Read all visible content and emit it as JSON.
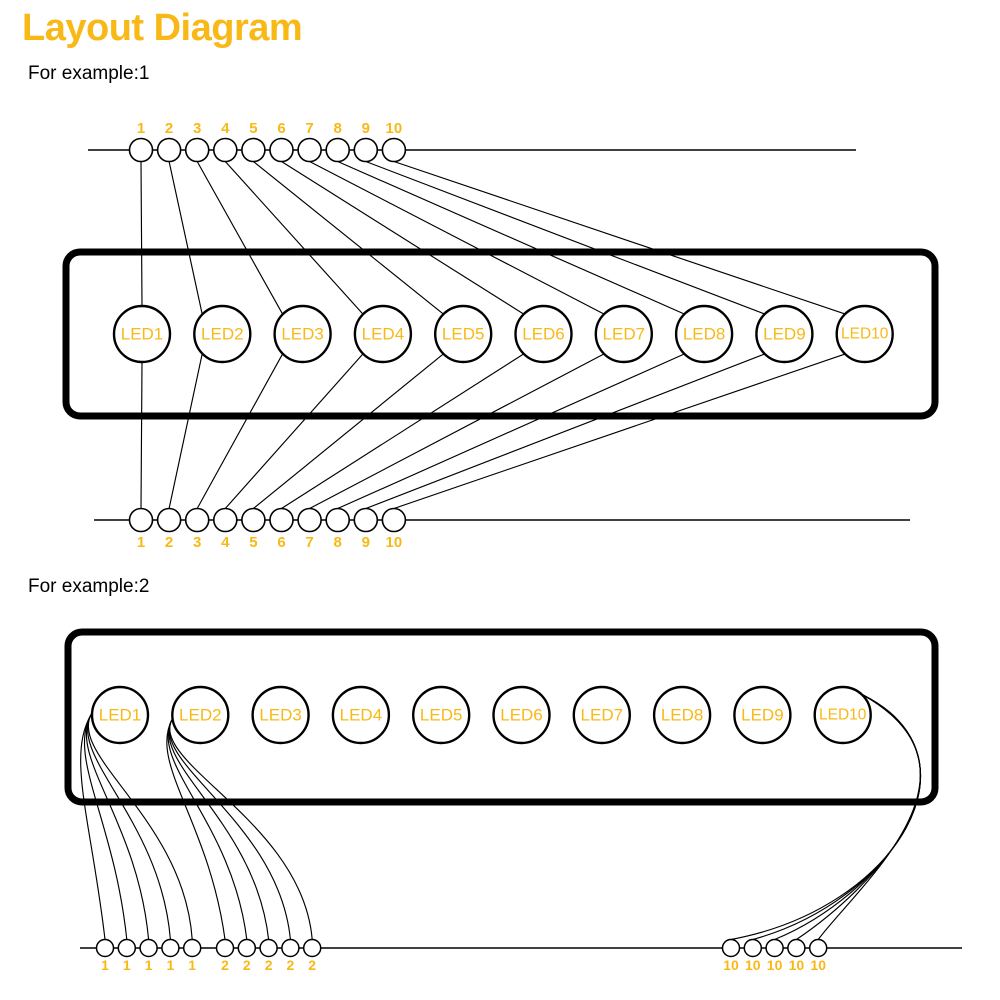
{
  "title": "Layout Diagram",
  "theme": {
    "accent": "#f8b917",
    "line": "#000000",
    "background": "#ffffff"
  },
  "sections": [
    {
      "id": "example-1",
      "label": "For example:1",
      "top_rail": {
        "label_position": "above",
        "nodes": [
          "1",
          "2",
          "3",
          "4",
          "5",
          "6",
          "7",
          "8",
          "9",
          "10"
        ]
      },
      "board": {
        "leds": [
          "LED1",
          "LED2",
          "LED3",
          "LED4",
          "LED5",
          "LED6",
          "LED7",
          "LED8",
          "LED9",
          "LED10"
        ]
      },
      "bottom_rail": {
        "label_position": "below",
        "nodes": [
          "1",
          "2",
          "3",
          "4",
          "5",
          "6",
          "7",
          "8",
          "9",
          "10"
        ]
      }
    },
    {
      "id": "example-2",
      "label": "For example:2",
      "board": {
        "leds": [
          "LED1",
          "LED2",
          "LED3",
          "LED4",
          "LED5",
          "LED6",
          "LED7",
          "LED8",
          "LED9",
          "LED10"
        ]
      },
      "bottom_rail": {
        "label_position": "below",
        "groups": [
          {
            "source_led": "LED1",
            "nodes": [
              "1",
              "1",
              "1",
              "1",
              "1"
            ]
          },
          {
            "source_led": "LED2",
            "nodes": [
              "2",
              "2",
              "2",
              "2",
              "2"
            ]
          },
          {
            "source_led": "LED10",
            "nodes": [
              "10",
              "10",
              "10",
              "10",
              "10"
            ]
          }
        ]
      }
    }
  ],
  "chart_data": {
    "type": "diagram",
    "title": "Layout Diagram",
    "description": "Wiring layout of 10 LEDs on a board with numbered connector nodes on top and bottom rails.",
    "examples": [
      {
        "name": "For example:1",
        "top_nodes": [
          "1",
          "2",
          "3",
          "4",
          "5",
          "6",
          "7",
          "8",
          "9",
          "10"
        ],
        "leds": [
          "LED1",
          "LED2",
          "LED3",
          "LED4",
          "LED5",
          "LED6",
          "LED7",
          "LED8",
          "LED9",
          "LED10"
        ],
        "bottom_nodes": [
          "1",
          "2",
          "3",
          "4",
          "5",
          "6",
          "7",
          "8",
          "9",
          "10"
        ],
        "connections": "Each top node N routes to LED N; each LED N routes down to bottom node N"
      },
      {
        "name": "For example:2",
        "leds": [
          "LED1",
          "LED2",
          "LED3",
          "LED4",
          "LED5",
          "LED6",
          "LED7",
          "LED8",
          "LED9",
          "LED10"
        ],
        "bottom_node_groups": [
          [
            "1",
            "1",
            "1",
            "1",
            "1"
          ],
          [
            "2",
            "2",
            "2",
            "2",
            "2"
          ],
          [
            "10",
            "10",
            "10",
            "10",
            "10"
          ]
        ],
        "connections": "Five parallel wires fan out from LED1, LED2 and LED10 to grouped bottom nodes"
      }
    ]
  }
}
